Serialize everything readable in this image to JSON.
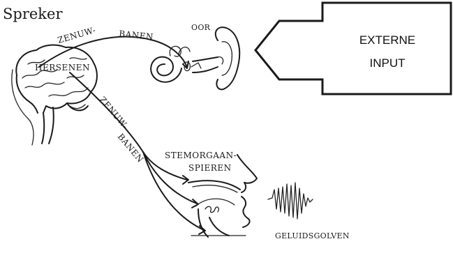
{
  "diagram": {
    "title": "Spreker",
    "labels": {
      "oor": "OOR",
      "zenuw_top": "ZENUW-",
      "banen_top": "BANEN",
      "hersenen": "HERSENEN",
      "zenuw_diag": "ZENUW-",
      "banen_diag": "BANEN",
      "stemorgaan": "STEMORGAAN-",
      "spieren": "SPIEREN",
      "geluidsgolven": "GELUIDSGOLVEN"
    },
    "input_arrow": {
      "line1": "EXTERNE",
      "line2": "INPUT"
    },
    "colors": {
      "ink": "#1a1a1a",
      "background": "#ffffff",
      "arrow_fill": "#ffffff"
    }
  }
}
